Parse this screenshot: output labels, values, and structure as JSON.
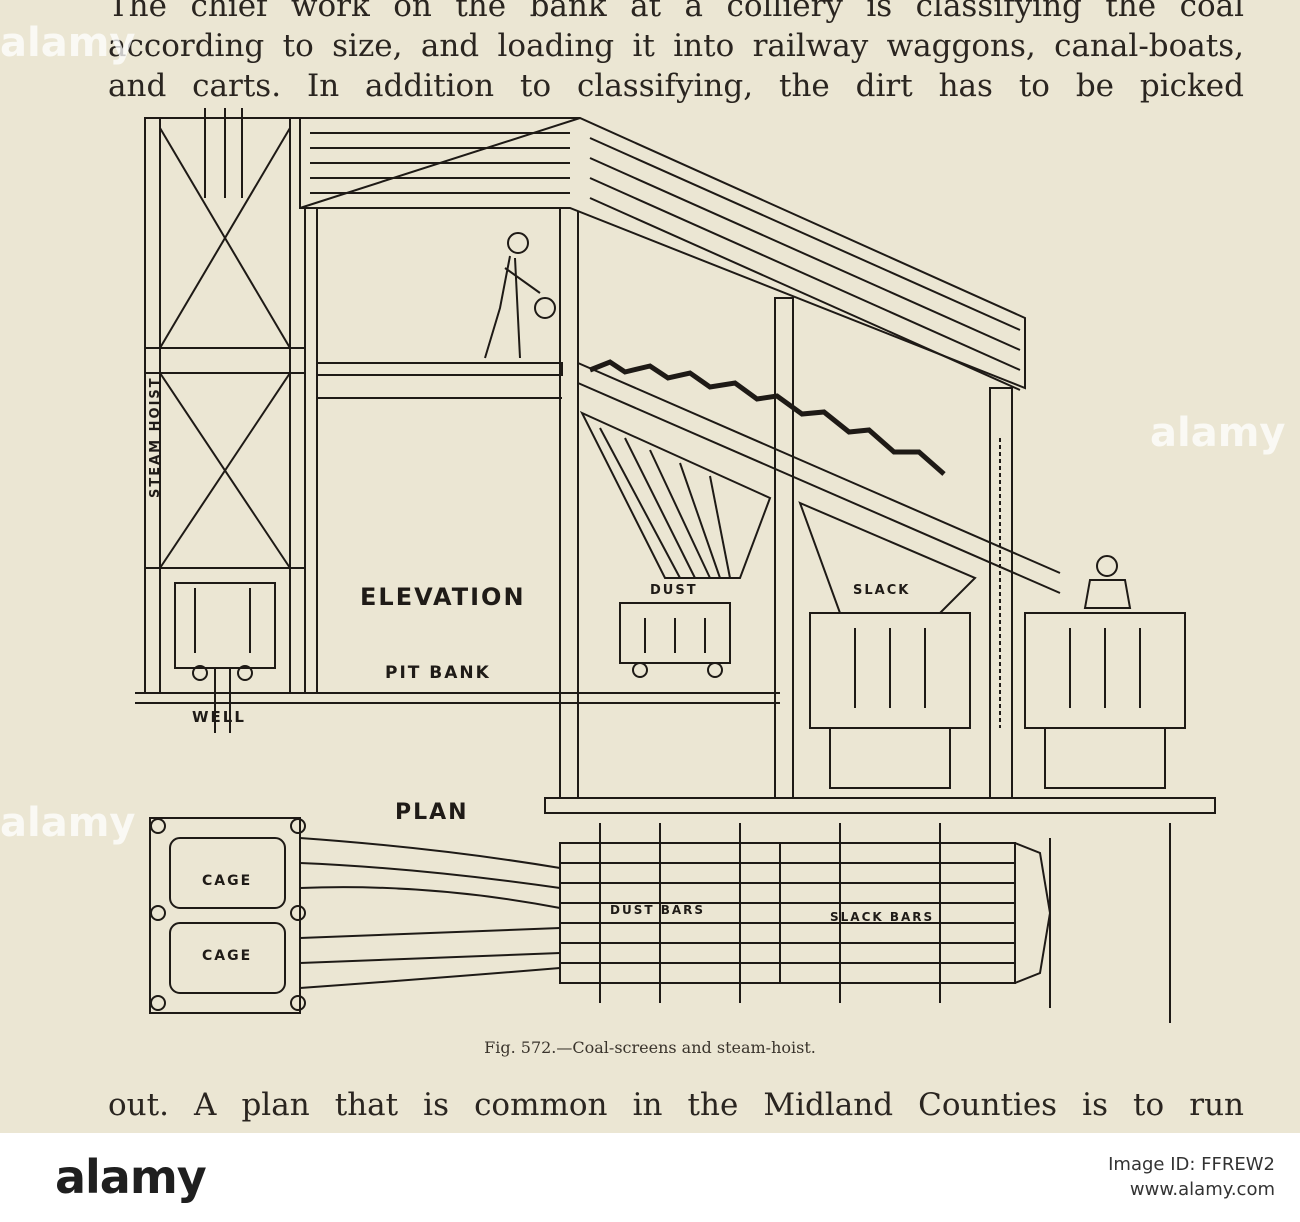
{
  "page": {
    "top_lines": [
      "The chief work on the bank at a colliery is classifying the coal",
      "according to size, and loading it into railway waggons, canal-boats,",
      "and carts.  In addition to classifying, the dirt has to be picked"
    ],
    "bottom_line": "out.  A plan that is common in the Midland Counties is to run"
  },
  "figure": {
    "caption": "Fig. 572.—Coal-screens and steam-hoist.",
    "labels": {
      "elevation": "ELEVATION",
      "pit_bank": "PIT BANK",
      "well": "WELL",
      "plan": "PLAN",
      "steam_hoist": "STEAM HOIST",
      "cage": "CAGE",
      "dust": "DUST",
      "slack": "SLACK",
      "dust_bars": "DUST BARS",
      "slack_bars": "SLACK BARS"
    }
  },
  "watermark": {
    "text": "alamy"
  },
  "footer": {
    "brand": "alamy",
    "image_id_label": "Image ID: FFREW2",
    "site": "www.alamy.com"
  }
}
